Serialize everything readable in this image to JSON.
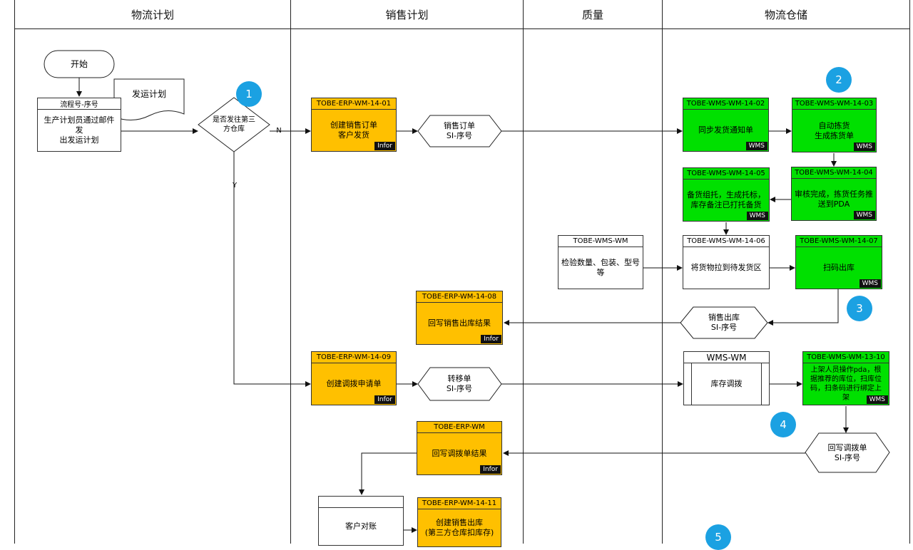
{
  "lanes": [
    "物流计划",
    "销售计划",
    "质量",
    "物流仓储"
  ],
  "start": "开始",
  "process_no": {
    "header": "流程号-序号",
    "text": "生产计划员通过邮件发\n出发运计划"
  },
  "doc_shipping_plan": "发运计划",
  "decision": "是否发往第三\n方仓库",
  "labels": {
    "n": "N",
    "y": "Y"
  },
  "badges": [
    "1",
    "2",
    "3",
    "4",
    "5"
  ],
  "erp01": {
    "header": "TOBE-ERP-WM-14-01",
    "text": "创建销售订单\n客户发货",
    "tag": "Infor"
  },
  "hex_sales_order": "销售订单\nSI-序号",
  "wms02": {
    "header": "TOBE-WMS-WM-14-02",
    "text": "同步发货通知单",
    "tag": "WMS"
  },
  "wms03": {
    "header": "TOBE-WMS-WM-14-03",
    "text": "自动拣货\n生成拣货单",
    "tag": "WMS"
  },
  "wms04": {
    "header": "TOBE-WMS-WM-14-04",
    "text": "审核完成，拣货任务推\n送到PDA",
    "tag": "WMS"
  },
  "wms05": {
    "header": "TOBE-WMS-WM-14-05",
    "text": "备货组托，生成托标，\n库存备注已打托备货",
    "tag": "WMS"
  },
  "quality": {
    "header": "TOBE-WMS-WM",
    "text": "检验数量、包装、型号\n等"
  },
  "wms06": {
    "header": "TOBE-WMS-WM-14-06",
    "text": "将货物拉到待发货区"
  },
  "wms07": {
    "header": "TOBE-WMS-WM-14-07",
    "text": "扫码出库",
    "tag": "WMS"
  },
  "hex_sales_out": "销售出库\nSI-序号",
  "erp08": {
    "header": "TOBE-ERP-WM-14-08",
    "text": "回写销售出库结果",
    "tag": "Infor"
  },
  "erp09": {
    "header": "TOBE-ERP-WM-14-09",
    "text": "创建调拨申请单",
    "tag": "Infor"
  },
  "hex_transfer": "转移单\nSI-序号",
  "wms_transfer": {
    "header": "WMS-WM",
    "text": "库存调拨"
  },
  "wms1310": {
    "header": "TOBE-WMS-WM-13-10",
    "text": "上架人员操作pda，根\n据推荐的库位，扫库位\n码，扫条码进行绑定上\n架",
    "tag": "WMS"
  },
  "hex_writeback": "回写调拨单\nSI-序号",
  "erp_wb": {
    "header": "TOBE-ERP-WM",
    "text": "回写调拨单结果",
    "tag": "Infor"
  },
  "reconcile": "客户对账",
  "erp11": {
    "header": "TOBE-ERP-WM-14-11",
    "text": "创建销售出库\n(第三方仓库扣库存)"
  }
}
